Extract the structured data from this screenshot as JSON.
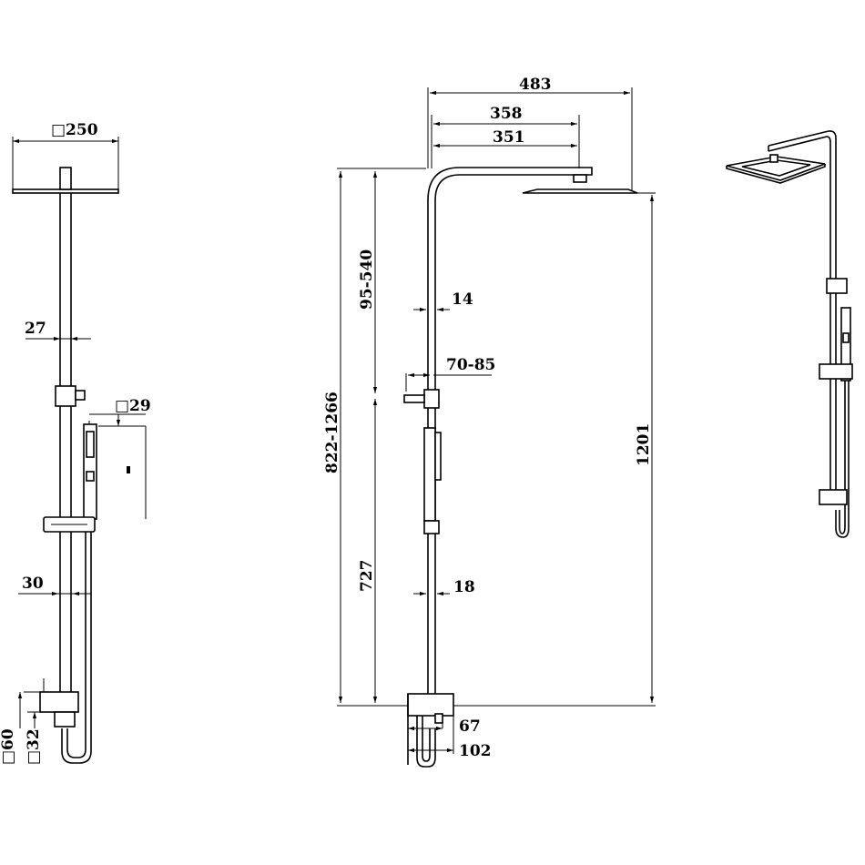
{
  "dimensions": {
    "head_size": "□250",
    "pipe_27": "27",
    "hand_29": "□29",
    "pipe_30": "30",
    "wall_60": "□60",
    "wall_32": "□32",
    "width_483": "483",
    "width_358": "358",
    "width_351": "351",
    "adjust_95_540": "95-540",
    "height_822_1266": "822-1266",
    "height_727": "727",
    "height_1201": "1201",
    "tube_14": "14",
    "holder_70_85": "70-85",
    "tube_18": "18",
    "depth_67": "67",
    "depth_102": "102"
  },
  "colors": {
    "line": "#000000",
    "background": "#ffffff"
  }
}
